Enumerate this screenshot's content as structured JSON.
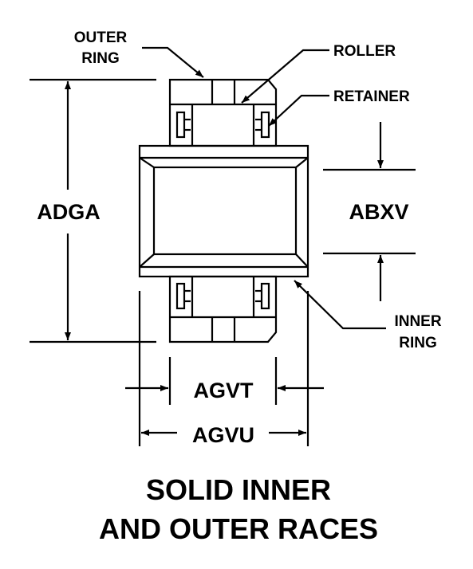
{
  "labels": {
    "outer_ring_1": "OUTER",
    "outer_ring_2": "RING",
    "roller": "ROLLER",
    "retainer": "RETAINER",
    "inner_ring_1": "INNER",
    "inner_ring_2": "RING"
  },
  "dimensions": {
    "adga": "ADGA",
    "abxv": "ABXV",
    "agvt": "AGVT",
    "agvu": "AGVU"
  },
  "caption": {
    "line1": "SOLID INNER",
    "line2": "AND OUTER RACES"
  }
}
